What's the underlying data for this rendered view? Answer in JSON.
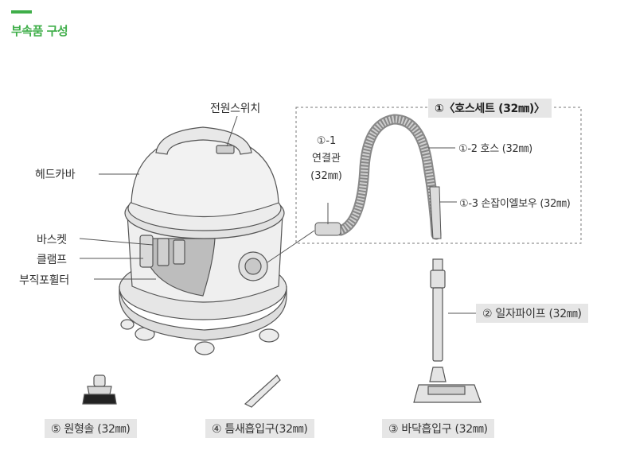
{
  "section": {
    "title": "부속품 구성"
  },
  "vacuum": {
    "power_switch": "전원스위치",
    "head_cover": "헤드카바",
    "basket": "바스켓",
    "clamp": "클램프",
    "filter": "부직포휠터"
  },
  "hose_set": {
    "title": "①〈호스세트 (32㎜)〉",
    "connector_num": "①-1",
    "connector_name": "연결관",
    "connector_size": "(32㎜)",
    "hose": "①-2 호스 (32㎜)",
    "handle_elbow": "①-3 손잡이엘보우 (32㎜)"
  },
  "pipe": {
    "label": "② 일자파이프 (32㎜)"
  },
  "captions": {
    "round_brush": "⑤ 원형솔 (32㎜)",
    "crevice_nozzle": "④ 틈새흡입구(32㎜)",
    "floor_nozzle": "③ 바닥흡입구 (32㎜)"
  },
  "colors": {
    "accent": "#3fae49",
    "caption_bg": "#e6e6e6",
    "line": "#555555"
  }
}
